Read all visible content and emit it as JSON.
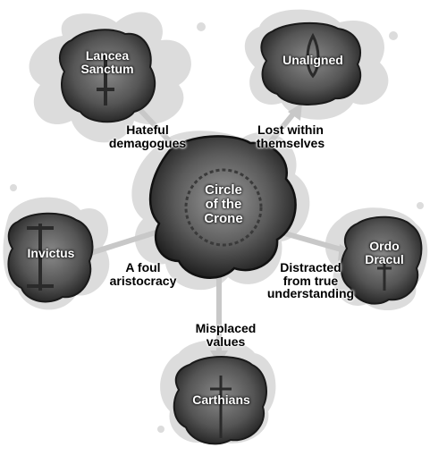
{
  "center": {
    "label": "Circle\nof the\nCrone"
  },
  "nodes": {
    "lancea": {
      "label": "Lancea\nSanctum"
    },
    "unaligned": {
      "label": "Unaligned"
    },
    "invictus": {
      "label": "Invictus"
    },
    "ordo": {
      "label": "Ordo\nDracul"
    },
    "carthians": {
      "label": "Carthians"
    }
  },
  "edges": {
    "lancea": {
      "label": "Hateful\ndemagogues"
    },
    "unaligned": {
      "label": "Lost within\nthemselves"
    },
    "invictus": {
      "label": "A foul\naristocracy"
    },
    "ordo": {
      "label": "Distracted\nfrom true\nunderstanding"
    },
    "carthians": {
      "label": "Misplaced\nvalues"
    }
  },
  "colors": {
    "splash": "#dcdcdc",
    "blob_dark": "#2b2b2b",
    "blob_mid": "#6e6e6e",
    "arrow": "#c8c8c8"
  }
}
